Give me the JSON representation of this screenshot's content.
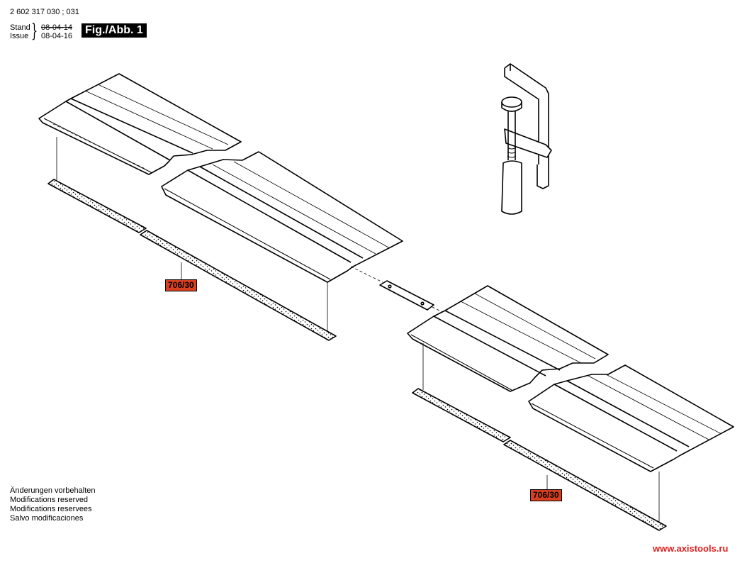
{
  "header": {
    "part_number": "2 602 317 030 ; 031",
    "stand_label": "Stand",
    "issue_label": "Issue",
    "stand_date": "08-04-14",
    "issue_date": "08-04-16",
    "figure_label": "Fig./Abb. 1"
  },
  "callouts": [
    "706/30",
    "706/30"
  ],
  "notes": [
    "Änderungen vorbehalten",
    "Modifications reserved",
    "Modifications reservees",
    "Salvo modificaciones"
  ],
  "website": "www.axistools.ru"
}
